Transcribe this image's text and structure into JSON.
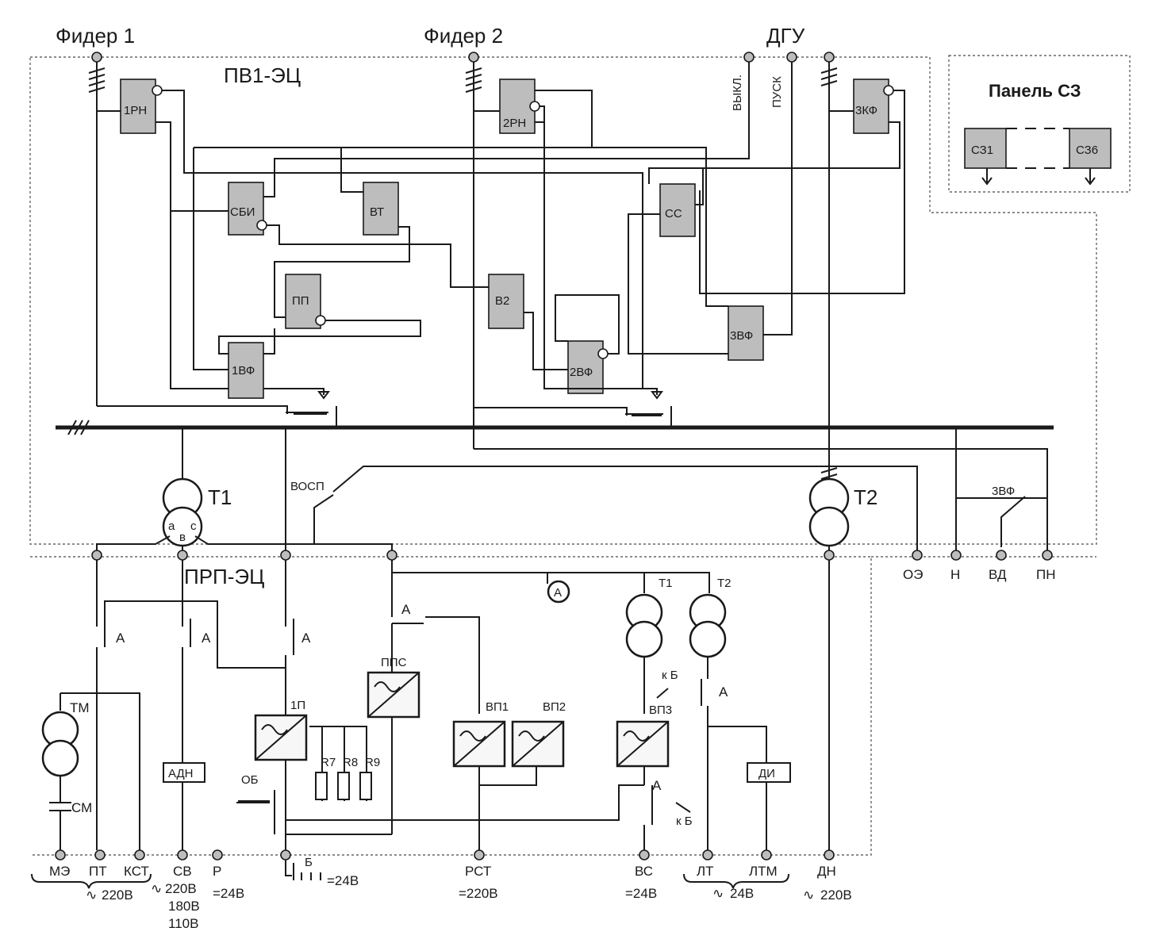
{
  "headers": {
    "feeder1": "Фидер 1",
    "feeder2": "Фидер 2",
    "dgu": "ДГУ",
    "pv1": "ПВ1-ЭЦ",
    "prp": "ПРП-ЭЦ",
    "off": "ВЫКЛ.",
    "start": "ПУСК"
  },
  "panel": {
    "title": "Панель СЗ",
    "c1": "СЗ1",
    "c6": "СЗ6"
  },
  "blocks": {
    "rn1": "1РН",
    "rn2": "2РН",
    "kf3": "3КФ",
    "sbi": "СБИ",
    "vt": "ВТ",
    "ss": "СС",
    "pp": "ПП",
    "v2": "В2",
    "vf1": "1ВФ",
    "vf2": "2ВФ",
    "vf3": "3ВФ"
  },
  "trafo": {
    "t1": "Т1",
    "t2": "Т2",
    "a": "а",
    "b": "в",
    "c": "с",
    "vosp": "ВОСП",
    "vf3": "3ВФ",
    "tm": "ТМ",
    "sm": "СМ",
    "t1s": "Т1",
    "t2s": "Т2"
  },
  "sw": {
    "a": "А",
    "ob": "ОБ",
    "kb": "к Б"
  },
  "units": {
    "p1": "1П",
    "pps": "ППС",
    "vp1": "ВП1",
    "vp2": "ВП2",
    "vp3": "ВП3",
    "adn": "АДН",
    "di": "ДИ",
    "r7": "R7",
    "r8": "R8",
    "r9": "R9",
    "amm": "A",
    "bat": "Б"
  },
  "terms": {
    "oe": "ОЭ",
    "n": "Н",
    "vd": "ВД",
    "pn": "ПН",
    "me": "МЭ",
    "pt": "ПТ",
    "kst": "КСТ",
    "sv": "СВ",
    "r": "Р",
    "rst": "РСТ",
    "vs": "ВС",
    "lt": "ЛТ",
    "ltm": "ЛТМ",
    "dn": "ДН"
  },
  "volts": {
    "v220ac": "220В",
    "v220b": "220В",
    "v180": "180В",
    "v110": "110В",
    "r24": "=24В",
    "b24": "=24В",
    "rst": "=220В",
    "vs24": "=24В",
    "lt24": "24В",
    "dn220": "220В"
  },
  "tilde": "∿"
}
